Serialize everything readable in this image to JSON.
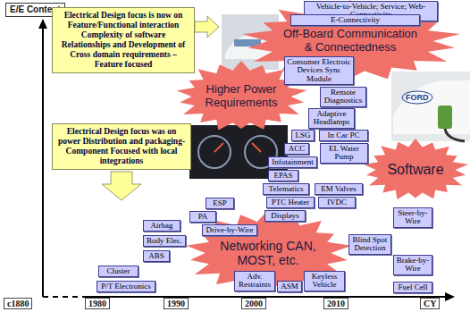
{
  "diagram": {
    "nodes": [
      {
        "text": [
          "E/E Content"
        ]
      },
      {
        "text": [
          "Vehicle-to-Vehicle; Service; Web-Connectivity"
        ]
      },
      {
        "text": [
          "Electrical Design focus is now on Feature/Functional interaction Complexity of software Relationships and Development of Cross domain requirements – Feature focused"
        ]
      },
      {
        "text": [
          "E-Connectivity"
        ]
      },
      {
        "text": [
          "Off-Board Communication & Connectedness"
        ]
      },
      {
        "text": [
          "Consumer Electroic Devices Sync Module"
        ]
      },
      {
        "text": [
          "Remote Diagnostics"
        ]
      },
      {
        "text": [
          "Higher Power Requirements"
        ]
      },
      {
        "text": [
          "Adaptive Headlamps"
        ]
      },
      {
        "text": [
          "Electrical Design focus was on power Distribution and packaging- Component Focused with local integrations"
        ]
      },
      {
        "text": [
          "LSG"
        ]
      },
      {
        "text": [
          "In Car PC"
        ]
      },
      {
        "text": [
          "ACC"
        ]
      },
      {
        "text": [
          "EL Water Pump"
        ]
      },
      {
        "text": [
          "Infotainment"
        ]
      },
      {
        "text": [
          "Software"
        ]
      },
      {
        "text": [
          "EPAS"
        ]
      },
      {
        "text": [
          "Telematics"
        ]
      },
      {
        "text": [
          "EM Valves"
        ]
      },
      {
        "text": [
          "PTC Heater"
        ]
      },
      {
        "text": [
          "IVDC"
        ]
      },
      {
        "text": [
          "ESP"
        ]
      },
      {
        "text": [
          "Displays"
        ]
      },
      {
        "text": [
          "Steer-by-Wire"
        ]
      },
      {
        "text": [
          "PA"
        ]
      },
      {
        "text": [
          "Airbag"
        ]
      },
      {
        "text": [
          "Drive-by-Wire"
        ]
      },
      {
        "text": [
          "Body Elec."
        ]
      },
      {
        "text": [
          "Blind Spot Detection"
        ]
      },
      {
        "text": [
          "Networking CAN, MOST, etc."
        ]
      },
      {
        "text": [
          "ABS"
        ]
      },
      {
        "text": [
          "Brake-by-Wire"
        ]
      },
      {
        "text": [
          "Cluster"
        ]
      },
      {
        "text": [
          "Adv. Restraints"
        ]
      },
      {
        "text": [
          "Keyless Vehicle"
        ]
      },
      {
        "text": [
          "ASM"
        ]
      },
      {
        "text": [
          "P/T Electronics"
        ]
      },
      {
        "text": [
          "Fuel Cell"
        ]
      },
      {
        "text": [
          "c1880"
        ]
      },
      {
        "text": [
          "1980"
        ]
      },
      {
        "text": [
          "1990"
        ]
      },
      {
        "text": [
          "2000"
        ]
      },
      {
        "text": [
          "2010"
        ]
      },
      {
        "text": [
          "CY"
        ]
      }
    ],
    "labels": [
      "FORD"
    ]
  }
}
